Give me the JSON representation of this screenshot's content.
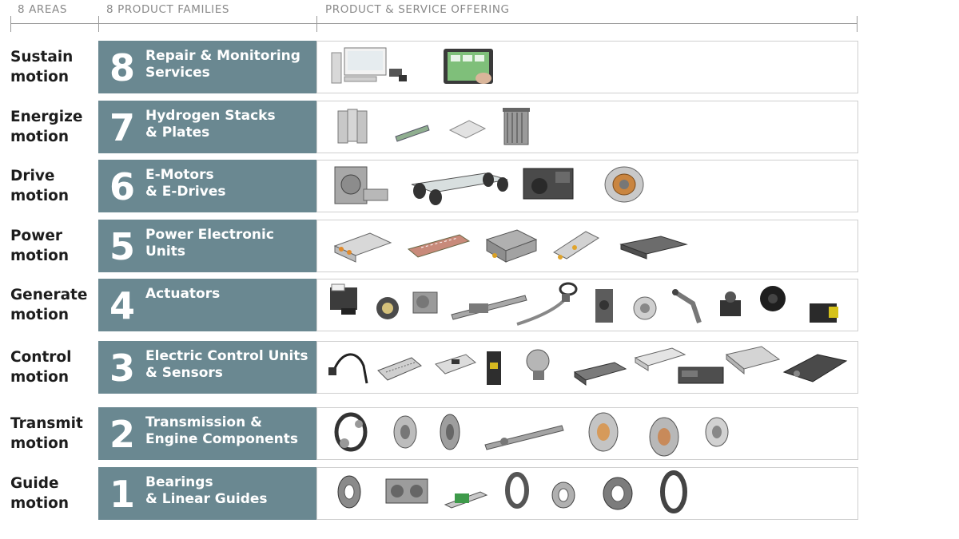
{
  "header": {
    "areas": "8 AREAS",
    "families": "8 PRODUCT FAMILIES",
    "offering": "PRODUCT & SERVICE OFFERING"
  },
  "rows": [
    {
      "area_line1": "Sustain",
      "area_line2": "motion",
      "number": "8",
      "label_line1": "Repair & Monitoring",
      "label_line2": "Services",
      "products": [
        "monitoring-workstation-icon",
        "tablet-diagnostics-icon"
      ]
    },
    {
      "area_line1": "Energize",
      "area_line2": "motion",
      "number": "7",
      "label_line1": "Hydrogen Stacks",
      "label_line2": "& Plates",
      "products": [
        "hydrogen-stack-module-icon",
        "bipolar-plate-icon",
        "flat-plate-icon",
        "fuel-cell-stack-icon"
      ]
    },
    {
      "area_line1": "Drive",
      "area_line2": "motion",
      "number": "6",
      "label_line1": "E-Motors",
      "label_line2": "& E-Drives",
      "products": [
        "e-axle-icon",
        "electric-chassis-icon",
        "e-drive-unit-icon",
        "e-motor-stator-icon"
      ]
    },
    {
      "area_line1": "Power",
      "area_line2": "motion",
      "number": "5",
      "label_line1": "Power Electronic",
      "label_line2": "Units",
      "products": [
        "inverter-icon",
        "power-module-icon",
        "converter-box-icon",
        "power-board-icon",
        "control-housing-icon"
      ]
    },
    {
      "area_line1": "Generate",
      "area_line2": "motion",
      "number": "4",
      "label_line1": "Actuators",
      "label_line2": "",
      "products": [
        "pump-actuator-icon",
        "motor-actuator-icon",
        "gear-actuator-icon",
        "linear-actuator-icon",
        "steering-column-icon",
        "valve-actuator-icon",
        "rotary-actuator-icon",
        "arm-actuator-icon",
        "brake-actuator-icon",
        "water-pump-icon",
        "connector-actuator-icon"
      ]
    },
    {
      "area_line1": "Control",
      "area_line2": "motion",
      "number": "3",
      "label_line1": "Electric Control Units",
      "label_line2": "& Sensors",
      "products": [
        "sensor-cable-icon",
        "ecu-board-icon",
        "pcb-icon",
        "sensor-connector-icon",
        "position-sensor-icon",
        "ecu-housing-icon",
        "control-module-icon",
        "ecu-box-icon",
        "metal-ecu-icon",
        "mechatronic-unit-icon"
      ]
    },
    {
      "area_line1": "Transmit",
      "area_line2": "motion",
      "number": "2",
      "label_line1": "Transmission &",
      "label_line2": "Engine Components",
      "products": [
        "belt-drive-icon",
        "clutch-icon",
        "torque-converter-icon",
        "shaft-icon",
        "dual-mass-flywheel-icon",
        "clutch-disc-icon",
        "pulley-icon"
      ]
    },
    {
      "area_line1": "Guide",
      "area_line2": "motion",
      "number": "1",
      "label_line1": "Bearings",
      "label_line2": "& Linear Guides",
      "products": [
        "ball-bearing-icon",
        "bearing-assembly-icon",
        "linear-guide-icon",
        "deep-groove-bearing-icon",
        "roller-bearing-icon",
        "spherical-bearing-icon",
        "slewing-ring-icon"
      ]
    }
  ]
}
